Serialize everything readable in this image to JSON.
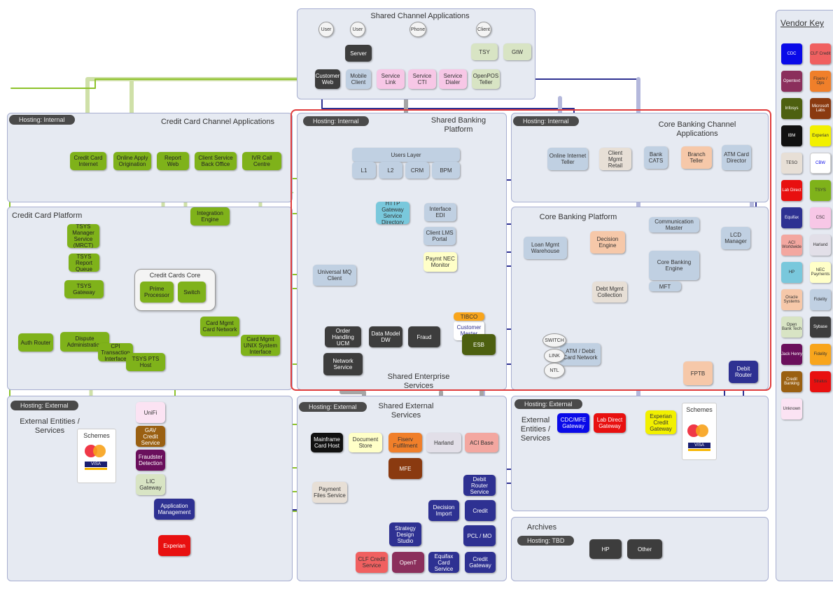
{
  "colors": {
    "panel_bg": "#e6eaf2",
    "panel_border": "#a7aed0",
    "platform_frame": "#e03c3c",
    "link_green": "#8dc22a",
    "link_light_green": "#cfe0a8",
    "link_navy": "#2e3192",
    "link_lavender": "#b4b8dc",
    "link_grey": "#a5a5a5"
  },
  "legend": {
    "title": "Vendor Key",
    "swatches": [
      {
        "label": "CDC",
        "bg": "#0a0ae8",
        "fg": "#fff"
      },
      {
        "label": "CLF Credit",
        "bg": "#f06060",
        "fg": "#333"
      },
      {
        "label": "Opentext",
        "bg": "#8b2f5c",
        "fg": "#fff"
      },
      {
        "label": "Fiserv / Ops",
        "bg": "#f07f2a",
        "fg": "#333"
      },
      {
        "label": "Infosys",
        "bg": "#4d6010",
        "fg": "#fff"
      },
      {
        "label": "Microsoft Labs",
        "bg": "#8a3a10",
        "fg": "#fff"
      },
      {
        "label": "IBM",
        "bg": "#111111",
        "fg": "#fff"
      },
      {
        "label": "Experian",
        "bg": "#f2f000",
        "fg": "#333"
      },
      {
        "label": "TESO",
        "bg": "#e7dfd6",
        "fg": "#333"
      },
      {
        "label": "CBW",
        "bg": "#ffffff",
        "fg": "#0a0ae8"
      },
      {
        "label": "Lab Direct",
        "bg": "#e81010",
        "fg": "#fff"
      },
      {
        "label": "TSYS",
        "bg": "#7fb21a",
        "fg": "#333"
      },
      {
        "label": "Equifax",
        "bg": "#2e3192",
        "fg": "#fff"
      },
      {
        "label": "CSC",
        "bg": "#f7c7e6",
        "fg": "#333"
      },
      {
        "label": "ACI Worldwide",
        "bg": "#f3a7a0",
        "fg": "#333"
      },
      {
        "label": "Harland",
        "bg": "#e2dfe8",
        "fg": "#333"
      },
      {
        "label": "HP",
        "bg": "#79c8dc",
        "fg": "#333"
      },
      {
        "label": "NEC Payments",
        "bg": "#ffffc8",
        "fg": "#333"
      },
      {
        "label": "Oracle Systems",
        "bg": "#f6c8a9",
        "fg": "#333"
      },
      {
        "label": "Fidelity",
        "bg": "#c0d0e2",
        "fg": "#333"
      },
      {
        "label": "Open Bank Tech",
        "bg": "#d8e4c4",
        "fg": "#333"
      },
      {
        "label": "Sybase",
        "bg": "#3d3d3d",
        "fg": "#fff"
      },
      {
        "label": "Jack Henry",
        "bg": "#6a0f5c",
        "fg": "#fff"
      },
      {
        "label": "Fidelity",
        "bg": "#f8a51c",
        "fg": "#333"
      },
      {
        "label": "Credit Banking",
        "bg": "#9a6012",
        "fg": "#fff"
      },
      {
        "label": "Stratus",
        "bg": "#e81010",
        "fg": "#333"
      },
      {
        "label": "Unknown",
        "bg": "#fbe3f3",
        "fg": "#333"
      }
    ]
  },
  "panels": {
    "shared_channel": {
      "title": "Shared Channel Applications"
    },
    "cc_channel": {
      "title": "Credit Card Channel Applications",
      "tag": "Hosting: Internal"
    },
    "cc_platform": {
      "title": "Credit Card Platform"
    },
    "shared_banking": {
      "title": "Shared Banking Platform",
      "tag": "Hosting: Internal"
    },
    "core_channel": {
      "title": "Core Banking Channel Applications",
      "tag": "Hosting: Internal"
    },
    "core_platform": {
      "title": "Core Banking Platform"
    },
    "shared_enterprise": {
      "title": "Shared Enterprise Services"
    },
    "ext_left": {
      "title": "External Entities / Services",
      "tag": "Hosting: External"
    },
    "shared_ext": {
      "title": "Shared External Services",
      "tag": "Hosting: External"
    },
    "ext_right": {
      "title": "External Entities / Services",
      "tag": "Hosting: External"
    },
    "archives": {
      "title": "Archives",
      "tag": "Hosting: TBD"
    }
  },
  "card_schemes": {
    "label": "Schemes",
    "visa": "VISA"
  },
  "credit_card_core": {
    "label": "Credit Cards Core"
  },
  "nodes": [
    {
      "id": "ch-user1",
      "label": "User",
      "bg": "#f4f4f4",
      "fg": "#333",
      "shape": "circle"
    },
    {
      "id": "ch-user2",
      "label": "User",
      "bg": "#f4f4f4",
      "fg": "#333",
      "shape": "circle"
    },
    {
      "id": "ch-phone",
      "label": "Phone",
      "bg": "#f4f4f4",
      "fg": "#333",
      "shape": "circle"
    },
    {
      "id": "ch-client",
      "label": "Client",
      "bg": "#f4f4f4",
      "fg": "#333",
      "shape": "circle"
    },
    {
      "id": "ch-server",
      "label": "Server",
      "bg": "#3d3d3d",
      "fg": "#fff"
    },
    {
      "id": "ch-tsys",
      "label": "TSY",
      "bg": "#d8e4c4",
      "fg": "#333"
    },
    {
      "id": "ch-gtw",
      "label": "GtW",
      "bg": "#d8e4c4",
      "fg": "#333"
    },
    {
      "id": "ch-custweb",
      "label": "Customer Web",
      "bg": "#3d3d3d",
      "fg": "#fff"
    },
    {
      "id": "ch-mobile",
      "label": "Mobile Client",
      "bg": "#c0d0e2",
      "fg": "#333"
    },
    {
      "id": "ch-svc1",
      "label": "Service Link",
      "bg": "#f7c7e6",
      "fg": "#333"
    },
    {
      "id": "ch-svc2",
      "label": "Service CTI",
      "bg": "#f7c7e6",
      "fg": "#333"
    },
    {
      "id": "ch-svc3",
      "label": "Service Dialer",
      "bg": "#f7c7e6",
      "fg": "#333"
    },
    {
      "id": "ch-openpos",
      "label": "OpenPOS Teller",
      "bg": "#d8e4c4",
      "fg": "#333"
    },
    {
      "id": "cc-credit",
      "label": "Credit Card Internet",
      "bg": "#7fb21a",
      "fg": "#222"
    },
    {
      "id": "cc-online",
      "label": "Online Apply Origination",
      "bg": "#7fb21a",
      "fg": "#222"
    },
    {
      "id": "cc-report",
      "label": "Report Web",
      "bg": "#7fb21a",
      "fg": "#222"
    },
    {
      "id": "cc-backoffice",
      "label": "Client Service Back Office",
      "bg": "#7fb21a",
      "fg": "#222"
    },
    {
      "id": "cc-ivr",
      "label": "IVR Call Centre",
      "bg": "#7fb21a",
      "fg": "#222"
    },
    {
      "id": "cc-tsys-mgr",
      "label": "TSYS Manager Service (MRCT)",
      "bg": "#7fb21a",
      "fg": "#222"
    },
    {
      "id": "cc-tsys-report",
      "label": "TSYS Report Queue",
      "bg": "#7fb21a",
      "fg": "#222"
    },
    {
      "id": "cc-tsys-gw",
      "label": "TSYS Gateway",
      "bg": "#7fb21a",
      "fg": "#222"
    },
    {
      "id": "cc-integration",
      "label": "Integration Engine",
      "bg": "#7fb21a",
      "fg": "#222"
    },
    {
      "id": "cc-prime",
      "label": "Prime Processor",
      "bg": "#7fb21a",
      "fg": "#222"
    },
    {
      "id": "cc-switch",
      "label": "Switch",
      "bg": "#7fb21a",
      "fg": "#222"
    },
    {
      "id": "cc-auth",
      "label": "Auth Router",
      "bg": "#7fb21a",
      "fg": "#222"
    },
    {
      "id": "cc-dispute",
      "label": "Dispute Administration",
      "bg": "#7fb21a",
      "fg": "#222"
    },
    {
      "id": "cc-cpi",
      "label": "CPI Transaction Interface",
      "bg": "#7fb21a",
      "fg": "#222"
    },
    {
      "id": "cc-tsys-pts",
      "label": "TSYS PTS Host",
      "bg": "#7fb21a",
      "fg": "#222"
    },
    {
      "id": "cc-card-mgmt",
      "label": "Card Mgmt Card Network",
      "bg": "#7fb21a",
      "fg": "#222"
    },
    {
      "id": "cc-card-mgmt2",
      "label": "Card Mgmt UNIX System Interface",
      "bg": "#7fb21a",
      "fg": "#222"
    },
    {
      "id": "sb-user-layer",
      "label": "Users Layer",
      "bg": "#c0d0e2",
      "fg": "#333"
    },
    {
      "id": "sb-l1",
      "label": "L1",
      "bg": "#c0d0e2",
      "fg": "#333"
    },
    {
      "id": "sb-l2",
      "label": "L2",
      "bg": "#c0d0e2",
      "fg": "#333"
    },
    {
      "id": "sb-crm",
      "label": "CRM",
      "bg": "#c0d0e2",
      "fg": "#333"
    },
    {
      "id": "sb-bpm",
      "label": "BPM",
      "bg": "#c0d0e2",
      "fg": "#333"
    },
    {
      "id": "sb-http",
      "label": "HTTP Gateway Service Directory",
      "bg": "#79c8dc",
      "fg": "#333"
    },
    {
      "id": "sb-interface",
      "label": "Interface EDI",
      "bg": "#c0d0e2",
      "fg": "#333"
    },
    {
      "id": "sb-client-lm",
      "label": "Client LMS Portal",
      "bg": "#c0d0e2",
      "fg": "#333"
    },
    {
      "id": "sb-paymt",
      "label": "Paymt NEC Monitor",
      "bg": "#ffffc8",
      "fg": "#333"
    },
    {
      "id": "sb-universal",
      "label": "Universal MQ Client",
      "bg": "#c0d0e2",
      "fg": "#333"
    },
    {
      "id": "sb-order",
      "label": "Order Handling UCM",
      "bg": "#3d3d3d",
      "fg": "#fff"
    },
    {
      "id": "sb-data-model",
      "label": "Data Model DW",
      "bg": "#3d3d3d",
      "fg": "#fff"
    },
    {
      "id": "sb-fraud",
      "label": "Fraud",
      "bg": "#3d3d3d",
      "fg": "#fff"
    },
    {
      "id": "sb-customer",
      "label": "Customer Master",
      "bg": "#ffffff",
      "fg": "#2e3192"
    },
    {
      "id": "sb-tibco",
      "label": "TIBCO",
      "bg": "#f8a51c",
      "fg": "#333"
    },
    {
      "id": "sb-esb",
      "label": "ESB",
      "bg": "#4d6010",
      "fg": "#fff"
    },
    {
      "id": "sb-network",
      "label": "Network Service",
      "bg": "#3d3d3d",
      "fg": "#fff"
    },
    {
      "id": "cb-online",
      "label": "Online Internet Teller",
      "bg": "#c0d0e2",
      "fg": "#333"
    },
    {
      "id": "cb-client",
      "label": "Client Mgmt Retail",
      "bg": "#e7dfd6",
      "fg": "#333"
    },
    {
      "id": "cb-bank",
      "label": "Bank CATS",
      "bg": "#c0d0e2",
      "fg": "#333"
    },
    {
      "id": "cb-branch",
      "label": "Branch Teller",
      "bg": "#f6c8a9",
      "fg": "#333"
    },
    {
      "id": "cb-atm",
      "label": "ATM Card Director",
      "bg": "#c0d0e2",
      "fg": "#333"
    },
    {
      "id": "cp-comm",
      "label": "Communication Master",
      "bg": "#c0d0e2",
      "fg": "#333"
    },
    {
      "id": "cp-lcd",
      "label": "LCD Manager",
      "bg": "#c0d0e2",
      "fg": "#333"
    },
    {
      "id": "cp-loan-mgmt",
      "label": "Loan Mgmt Warehouse",
      "bg": "#c0d0e2",
      "fg": "#333"
    },
    {
      "id": "cp-decision",
      "label": "Decision Engine",
      "bg": "#f6c8a9",
      "fg": "#333"
    },
    {
      "id": "cp-core",
      "label": "Core Banking Engine",
      "bg": "#c0d0e2",
      "fg": "#333"
    },
    {
      "id": "cp-mft",
      "label": "MFT",
      "bg": "#c0d0e2",
      "fg": "#333"
    },
    {
      "id": "cp-debt",
      "label": "Debt Mgmt Collection",
      "bg": "#e7dfd6",
      "fg": "#333"
    },
    {
      "id": "cp-atm",
      "label": "ATM / Debit Card Network",
      "bg": "#c0d0e2",
      "fg": "#333"
    },
    {
      "id": "cp-switch",
      "label": "SWITCH",
      "bg": "#f4f4f4",
      "fg": "#333",
      "shape": "circle"
    },
    {
      "id": "cp-link",
      "label": "LINK",
      "bg": "#f4f4f4",
      "fg": "#333",
      "shape": "circle"
    },
    {
      "id": "cp-ntl",
      "label": "NTL",
      "bg": "#f4f4f4",
      "fg": "#333",
      "shape": "circle"
    },
    {
      "id": "cp-fptb",
      "label": "FPTB",
      "bg": "#f6c8a9",
      "fg": "#333"
    },
    {
      "id": "cp-debit",
      "label": "Debit Router",
      "bg": "#2e3192",
      "fg": "#fff"
    },
    {
      "id": "el-unifi",
      "label": "UniFi",
      "bg": "#fbe3f3",
      "fg": "#333"
    },
    {
      "id": "el-gav",
      "label": "GAV Credit Service",
      "bg": "#9a6012",
      "fg": "#fff"
    },
    {
      "id": "el-fraud",
      "label": "Fraudster Detection",
      "bg": "#6a0f5c",
      "fg": "#fff"
    },
    {
      "id": "el-lic",
      "label": "LIC Gateway",
      "bg": "#d8e4c4",
      "fg": "#333"
    },
    {
      "id": "el-app-mgmt",
      "label": "Application Management",
      "bg": "#2e3192",
      "fg": "#fff"
    },
    {
      "id": "el-experian",
      "label": "Experian",
      "bg": "#e81010",
      "fg": "#fff"
    },
    {
      "id": "se-mainframe",
      "label": "Mainframe Card Host",
      "bg": "#111111",
      "fg": "#fff"
    },
    {
      "id": "se-doc",
      "label": "Document Store",
      "bg": "#ffffc8",
      "fg": "#333"
    },
    {
      "id": "se-fiserv",
      "label": "Fiserv Fulfilment",
      "bg": "#f07f2a",
      "fg": "#333"
    },
    {
      "id": "se-harland",
      "label": "Harland",
      "bg": "#e2dfe8",
      "fg": "#333"
    },
    {
      "id": "se-aci",
      "label": "ACI Base",
      "bg": "#f3a7a0",
      "fg": "#333"
    },
    {
      "id": "se-mfe",
      "label": "MFE",
      "bg": "#8a3a10",
      "fg": "#fff"
    },
    {
      "id": "se-payment",
      "label": "Payment Files Service",
      "bg": "#e7dfd6",
      "fg": "#333"
    },
    {
      "id": "se-debit",
      "label": "Debit Router Service",
      "bg": "#2e3192",
      "fg": "#fff"
    },
    {
      "id": "se-decision",
      "label": "Decision Import",
      "bg": "#2e3192",
      "fg": "#fff"
    },
    {
      "id": "se-credit",
      "label": "Credit",
      "bg": "#2e3192",
      "fg": "#fff"
    },
    {
      "id": "se-strategy",
      "label": "Strategy Design Studio",
      "bg": "#2e3192",
      "fg": "#fff"
    },
    {
      "id": "se-pcl",
      "label": "PCL / MO",
      "bg": "#2e3192",
      "fg": "#fff"
    },
    {
      "id": "se-clf",
      "label": "CLF Credit Service",
      "bg": "#f06060",
      "fg": "#333"
    },
    {
      "id": "se-opentext",
      "label": "OpenT",
      "bg": "#8b2f5c",
      "fg": "#fff"
    },
    {
      "id": "se-equifax",
      "label": "Equifax Card Service",
      "bg": "#2e3192",
      "fg": "#fff"
    },
    {
      "id": "se-credit2",
      "label": "Credit Gateway",
      "bg": "#2e3192",
      "fg": "#fff"
    },
    {
      "id": "er-cdc",
      "label": "CDC/MFE Gateway",
      "bg": "#0a0ae8",
      "fg": "#fff"
    },
    {
      "id": "er-lab",
      "label": "Lab Direct Gateway",
      "bg": "#e81010",
      "fg": "#fff"
    },
    {
      "id": "er-experian",
      "label": "Experian Credit Gateway",
      "bg": "#f2f000",
      "fg": "#333"
    },
    {
      "id": "ar-hp",
      "label": "HP",
      "bg": "#3d3d3d",
      "fg": "#fff"
    },
    {
      "id": "ar-other",
      "label": "Other",
      "bg": "#3d3d3d",
      "fg": "#fff"
    }
  ]
}
